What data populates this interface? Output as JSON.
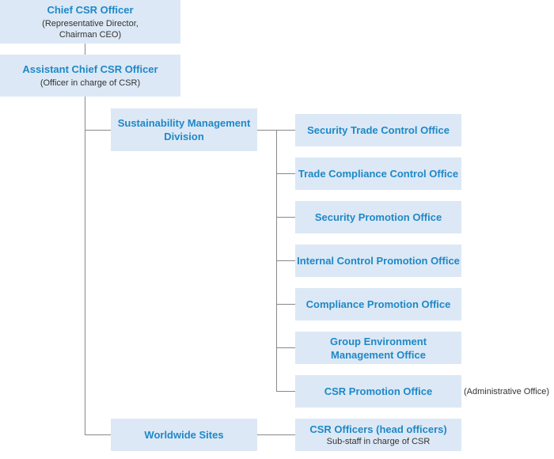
{
  "chief": {
    "title": "Chief CSR Officer",
    "sub_line1": "(Representative Director,",
    "sub_line2": "Chairman CEO)"
  },
  "assistant": {
    "title": "Assistant Chief CSR Officer",
    "sub": "(Officer in charge of CSR)"
  },
  "division": {
    "title_line1": "Sustainability Management",
    "title_line2": "Division"
  },
  "worldwide": {
    "title": "Worldwide Sites"
  },
  "offices": [
    {
      "title": "Security Trade Control Office"
    },
    {
      "title": "Trade Compliance Control Office"
    },
    {
      "title": "Security Promotion Office"
    },
    {
      "title": "Internal Control Promotion Office"
    },
    {
      "title": "Compliance Promotion Office"
    },
    {
      "title_line1": "Group Environment",
      "title_line2": "Management Office"
    },
    {
      "title": "CSR Promotion Office",
      "note": "(Administrative Office)"
    }
  ],
  "site_officers": {
    "title": "CSR Officers (head officers)",
    "sub": "Sub-staff in charge of CSR"
  },
  "colors": {
    "box_fill": "#dce8f5",
    "title_text": "#1e88c8",
    "connector": "#888888"
  }
}
